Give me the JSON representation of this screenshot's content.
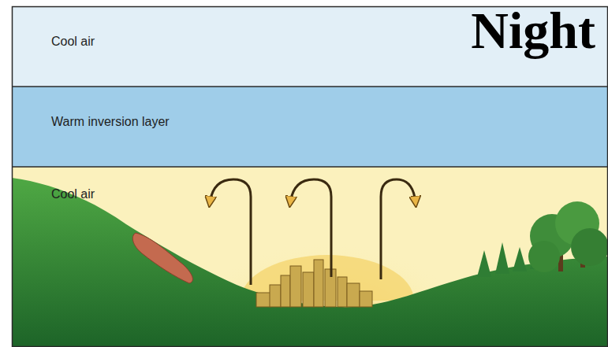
{
  "diagram": {
    "title": "Night",
    "nodes": [
      {
        "text": [
          "Cool air"
        ]
      },
      {
        "text": [
          "Warm inversion layer"
        ]
      },
      {
        "text": [
          "Cool air"
        ]
      }
    ]
  }
}
